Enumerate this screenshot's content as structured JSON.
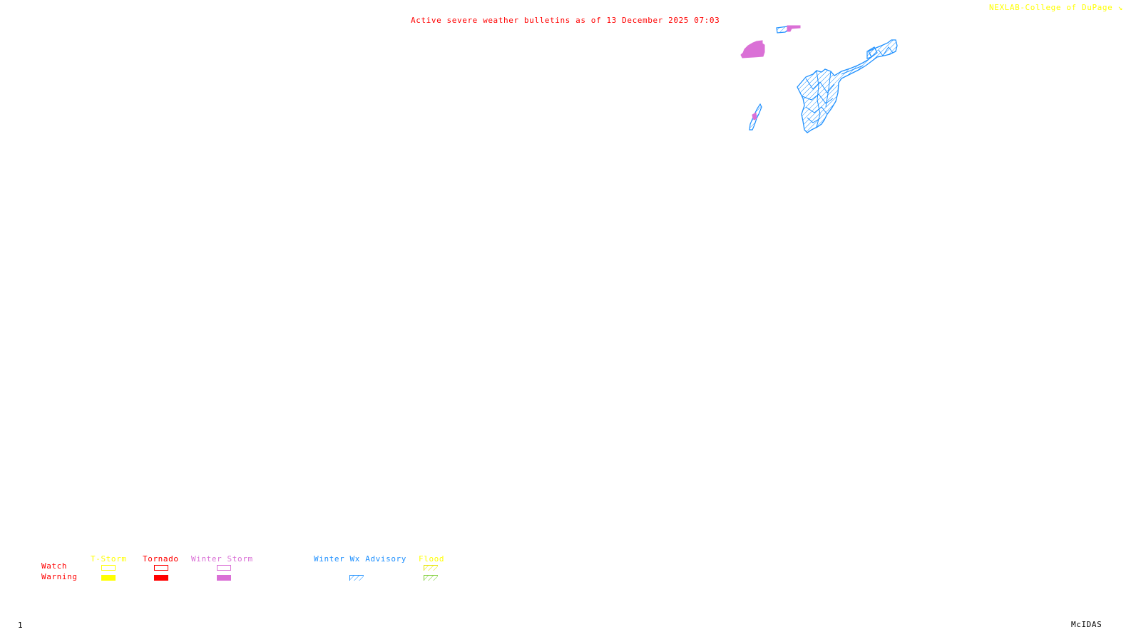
{
  "header": {
    "title": "Active severe weather bulletins as of 13 December 2025 07:03",
    "credit": "NEXLAB-College of DuPage ↘"
  },
  "colors": {
    "title": "#ff0000",
    "credit": "#ffff00",
    "tstorm": "#ffff00",
    "tornado": "#ff0000",
    "winter_storm": "#da70d6",
    "winter_wx_advisory": "#1e90ff",
    "flood_watch": "#e6e600",
    "flood_warning": "#7ccd32"
  },
  "legend": {
    "row_labels": {
      "watch": "Watch",
      "warning": "Warning"
    },
    "categories": [
      {
        "key": "tstorm",
        "label": "T-Storm",
        "watch_style": "outline",
        "warning_style": "filled"
      },
      {
        "key": "tornado",
        "label": "Tornado",
        "watch_style": "outline",
        "warning_style": "filled"
      },
      {
        "key": "winter_storm",
        "label": "Winter Storm",
        "watch_style": "outline",
        "warning_style": "filled"
      },
      {
        "key": "winter_wx_advisory",
        "label": "Winter Wx Advisory",
        "watch_style": "none",
        "warning_style": "hatched"
      },
      {
        "key": "flood",
        "label": "Flood",
        "watch_style": "hatched",
        "warning_style": "hatched"
      }
    ]
  },
  "map": {
    "active_bulletins": [
      {
        "type": "Winter Storm Warning",
        "region": "northern lakes area",
        "style": "filled"
      },
      {
        "type": "Winter Storm Warning",
        "region": "small strip near top",
        "style": "filled"
      },
      {
        "type": "Winter Storm Warning",
        "region": "small area west",
        "style": "filled"
      },
      {
        "type": "Winter Wx Advisory",
        "region": "northeast corridor",
        "style": "hatched"
      },
      {
        "type": "Winter Wx Advisory",
        "region": "small strip west",
        "style": "hatched"
      },
      {
        "type": "Winter Wx Advisory",
        "region": "small area top",
        "style": "hatched"
      }
    ]
  },
  "footer": {
    "frame_number": "1",
    "software": "McIDAS"
  }
}
